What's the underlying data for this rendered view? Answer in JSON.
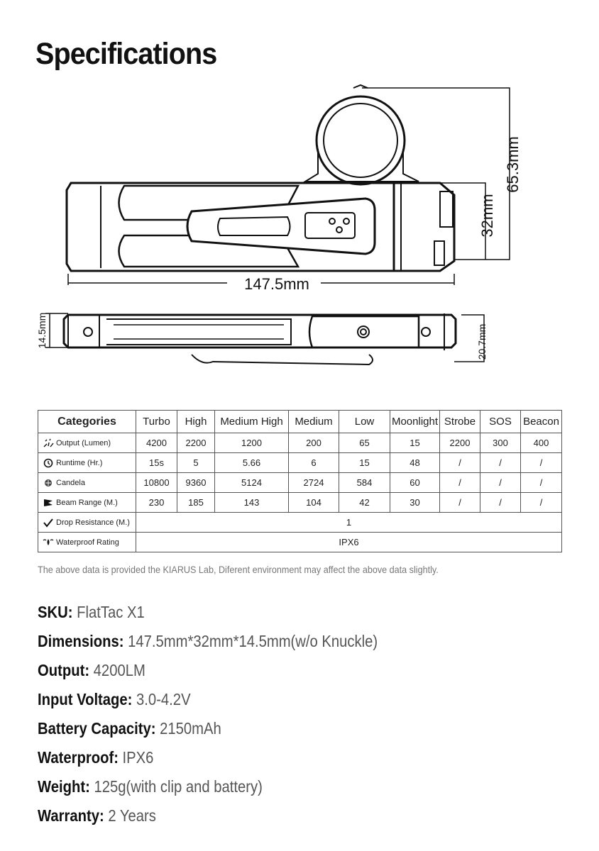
{
  "page_title": "Specifications",
  "dimensions": {
    "length": "147.5mm",
    "width": "32mm",
    "total_width": "65.3mm",
    "thickness": "14.5mm",
    "thickness_knuckle": "20.7mm"
  },
  "table": {
    "category_header": "Categories",
    "modes": [
      "Turbo",
      "High",
      "Medium High",
      "Medium",
      "Low",
      "Moonlight",
      "Strobe",
      "SOS",
      "Beacon"
    ],
    "rows": [
      {
        "icon": "output-icon",
        "label": "Output (Lumen)",
        "values": [
          "4200",
          "2200",
          "1200",
          "200",
          "65",
          "15",
          "2200",
          "300",
          "400"
        ]
      },
      {
        "icon": "runtime-icon",
        "label": "Runtime (Hr.)",
        "values": [
          "15s",
          "5",
          "5.66",
          "6",
          "15",
          "48",
          "/",
          "/",
          "/"
        ]
      },
      {
        "icon": "candela-icon",
        "label": "Candela",
        "values": [
          "10800",
          "9360",
          "5124",
          "2724",
          "584",
          "60",
          "/",
          "/",
          "/"
        ]
      },
      {
        "icon": "beam-range-icon",
        "label": "Beam Range (M.)",
        "values": [
          "230",
          "185",
          "143",
          "104",
          "42",
          "30",
          "/",
          "/",
          "/"
        ]
      }
    ],
    "drop_row": {
      "icon": "drop-resistance-icon",
      "label": "Drop Resistance (M.)",
      "value": "1"
    },
    "waterproof_row": {
      "icon": "waterproof-icon",
      "label": "Waterproof Rating",
      "value": "IPX6"
    }
  },
  "note": "The above data is provided the KIARUS Lab, Diferent environment may affect the above data slightly.",
  "specs": [
    {
      "key": "SKU:",
      "value": "FlatTac X1"
    },
    {
      "key": "Dimensions:",
      "value": "147.5mm*32mm*14.5mm(w/o Knuckle)"
    },
    {
      "key": "Output:",
      "value": "4200LM"
    },
    {
      "key": "Input Voltage:",
      "value": "3.0-4.2V"
    },
    {
      "key": "Battery Capacity:",
      "value": "2150mAh"
    },
    {
      "key": "Waterproof:",
      "value": "IPX6"
    },
    {
      "key": "Weight:",
      "value": "125g(with clip and battery)"
    },
    {
      "key": "Warranty:",
      "value": "2 Years"
    }
  ]
}
